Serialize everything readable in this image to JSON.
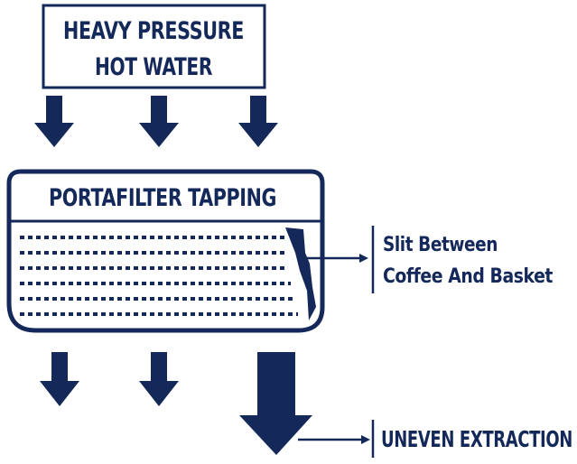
{
  "colors": {
    "primary": "#14295a",
    "background": "#ffffff"
  },
  "input_box": {
    "line1": "HEAVY PRESSURE",
    "line2": "HOT WATER"
  },
  "portafilter": {
    "label": "PORTAFILTER TAPPING"
  },
  "slit_callout": {
    "line1": "Slit Between",
    "line2": "Coffee And Basket"
  },
  "result_callout": {
    "label": "UNEVEN EXTRACTION"
  }
}
